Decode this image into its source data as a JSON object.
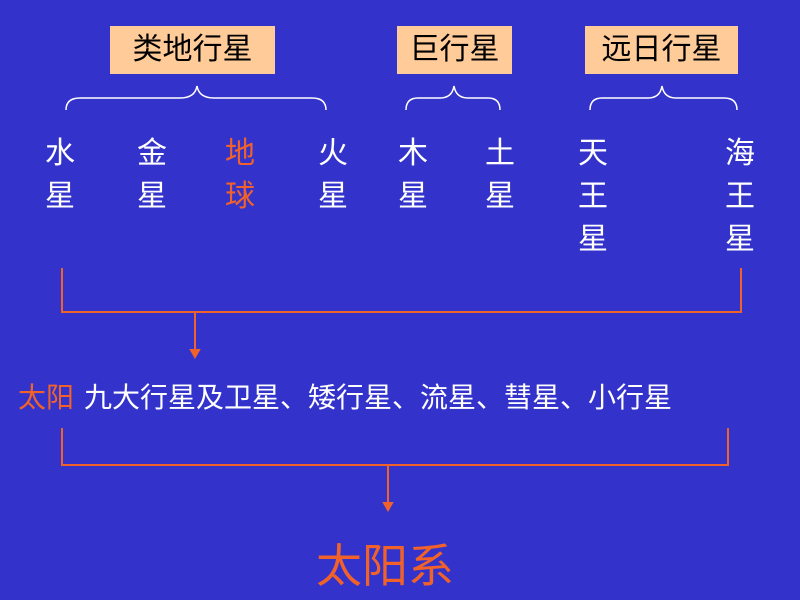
{
  "groups": {
    "terrestrial": "类地行星",
    "giant": "巨行星",
    "outer": "远日行星"
  },
  "planets": [
    {
      "chars": [
        "水",
        "星"
      ]
    },
    {
      "chars": [
        "金",
        "星"
      ]
    },
    {
      "chars": [
        "地",
        "球"
      ]
    },
    {
      "chars": [
        "火",
        "星"
      ]
    },
    {
      "chars": [
        "木",
        "星"
      ]
    },
    {
      "chars": [
        "土",
        "星"
      ]
    },
    {
      "chars": [
        "天",
        "王",
        "星"
      ]
    },
    {
      "chars": [
        "海",
        "王",
        "星"
      ]
    }
  ],
  "members": {
    "sun": "太阳",
    "others": "九大行星及卫星、矮行星、流星、彗星、小行星"
  },
  "result": "太阳系",
  "colors": {
    "background": "#3333cc",
    "accent": "#f0622a",
    "label_bg": "#ffcc99"
  }
}
